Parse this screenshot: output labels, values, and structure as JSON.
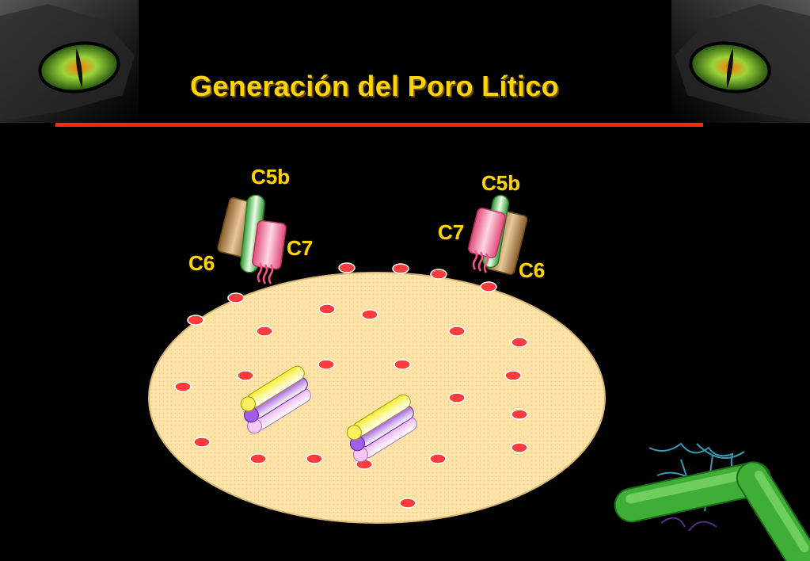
{
  "title": "Generación del Poro Lítico",
  "labels": {
    "left_c5b": "C5b",
    "left_c7": "C7",
    "left_c6": "C6",
    "right_c5b": "C5b",
    "right_c7": "C7",
    "right_c6": "C6"
  },
  "colors": {
    "title": "#ffd400",
    "rule": "#ff2a00",
    "cell": "#fde3a8",
    "dot": "#ff3b3b",
    "c6": "#b98a4e",
    "c5b": "#7fd37a",
    "c7": "#ff8fb1",
    "bacteria": "#4fbf3f"
  },
  "icons": {
    "top_left": "cat-eye-icon",
    "top_right": "cat-eye-icon",
    "bottom_right": "bacteria-icon"
  }
}
